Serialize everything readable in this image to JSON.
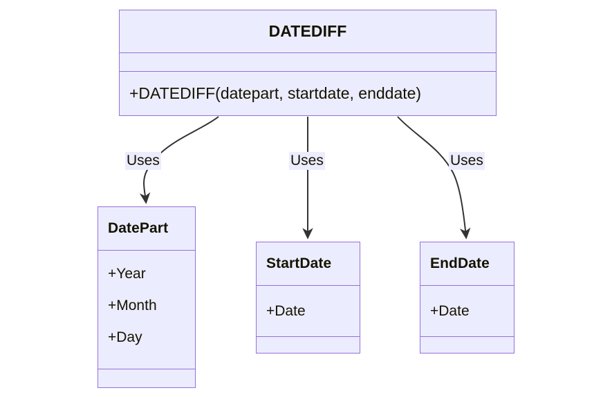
{
  "diagram": {
    "type": "uml-class-diagram",
    "title": "DATEDIFF",
    "background_color": "#ffffff",
    "node_fill_color": "#ececff",
    "node_border_color": "#9370db",
    "edge_color": "#333333",
    "text_color": "#131300"
  },
  "classes": {
    "datediff": {
      "name": "DATEDIFF",
      "attributes": [],
      "methods": [
        "+DATEDIFF(datepart, startdate, enddate)"
      ]
    },
    "datepart": {
      "name": "DatePart",
      "attributes": [
        "+Year",
        "+Month",
        "+Day"
      ],
      "methods": []
    },
    "startdate": {
      "name": "StartDate",
      "attributes": [
        "+Date"
      ],
      "methods": []
    },
    "enddate": {
      "name": "EndDate",
      "attributes": [
        "+Date"
      ],
      "methods": []
    }
  },
  "edges": [
    {
      "from": "DATEDIFF",
      "to": "DatePart",
      "label": "Uses"
    },
    {
      "from": "DATEDIFF",
      "to": "StartDate",
      "label": "Uses"
    },
    {
      "from": "DATEDIFF",
      "to": "EndDate",
      "label": "Uses"
    }
  ]
}
